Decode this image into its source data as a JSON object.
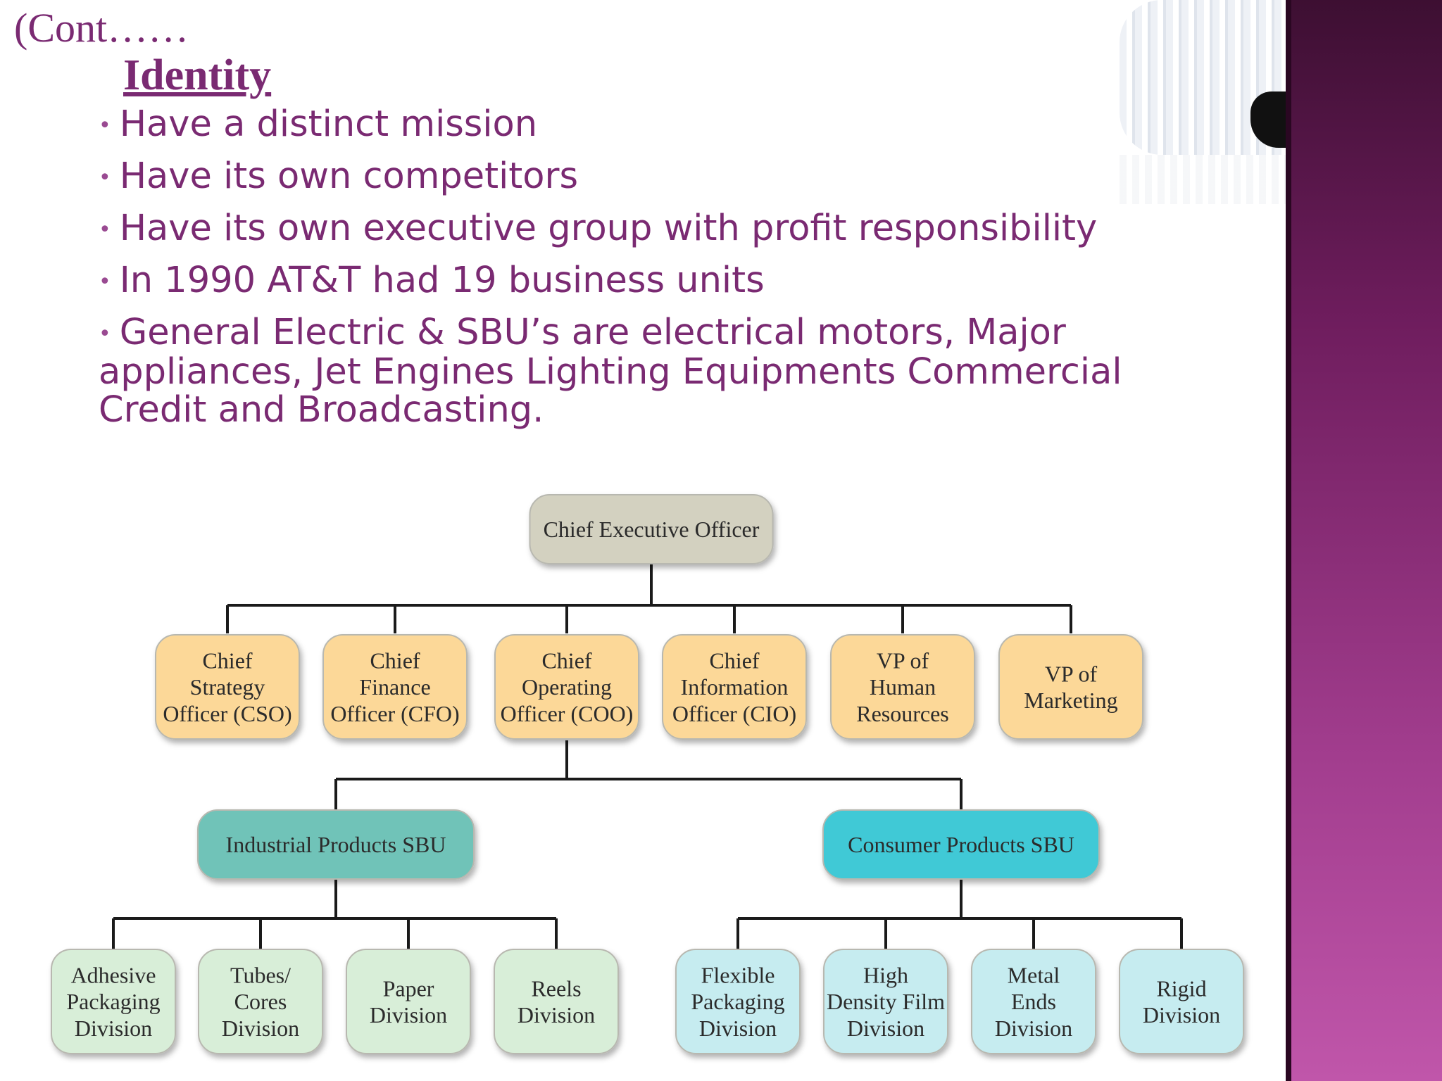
{
  "slide": {
    "cont_label": "(Cont……",
    "heading": "Identity",
    "bullets": [
      "Have a distinct mission",
      "Have its own competitors",
      "Have its own executive group with profit responsibility",
      "In 1990 AT&T had 19 business units",
      "General Electric & SBU’s  are electrical motors, Major appliances, Jet Engines Lighting Equipments Commercial Credit and Broadcasting."
    ]
  },
  "org_chart": {
    "ceo": [
      "Chief Executive Officer"
    ],
    "officers": [
      [
        "Chief",
        "Strategy",
        "Officer (CSO)"
      ],
      [
        "Chief",
        "Finance",
        "Officer (CFO)"
      ],
      [
        "Chief",
        "Operating",
        "Officer (COO)"
      ],
      [
        "Chief",
        "Information",
        "Officer (CIO)"
      ],
      [
        "VP of",
        "Human",
        "Resources"
      ],
      [
        "VP of",
        "Marketing"
      ]
    ],
    "sbus": [
      [
        "Industrial Products SBU"
      ],
      [
        "Consumer Products SBU"
      ]
    ],
    "industrial_divisions": [
      [
        "Adhesive",
        "Packaging",
        "Division"
      ],
      [
        "Tubes/",
        "Cores",
        "Division"
      ],
      [
        "Paper",
        "Division"
      ],
      [
        "Reels",
        "Division"
      ]
    ],
    "consumer_divisions": [
      [
        "Flexible",
        "Packaging",
        "Division"
      ],
      [
        "High",
        "Density Film",
        "Division"
      ],
      [
        "Metal",
        "Ends",
        "Division"
      ],
      [
        "Rigid",
        "Division"
      ]
    ]
  },
  "colors": {
    "title": "#7a2a72",
    "ceo_fill": "#d3d1c0",
    "officer_fill": "#fcd898",
    "industrial_sbu_fill": "#6fc3b8",
    "consumer_sbu_fill": "#3fc9d6",
    "industrial_division_fill": "#d8eed8",
    "consumer_division_fill": "#c6ecf0"
  }
}
